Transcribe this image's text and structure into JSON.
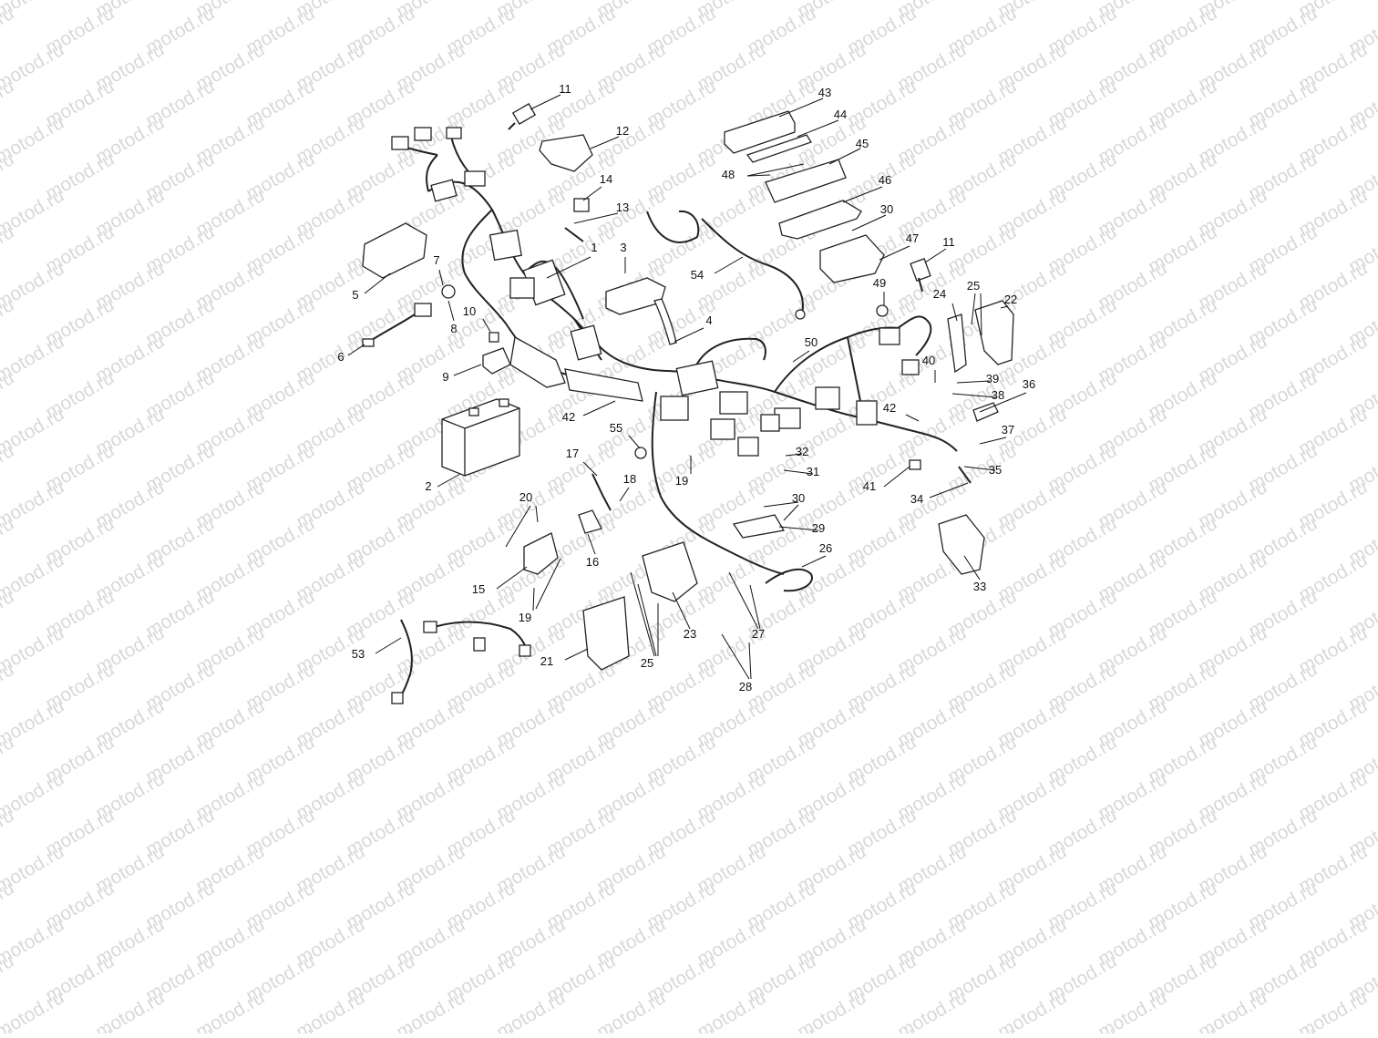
{
  "watermark": {
    "text": "motod.ru",
    "color": "#d9d9d9"
  },
  "callouts": [
    {
      "id": "c1",
      "text": "1"
    },
    {
      "id": "c2",
      "text": "2"
    },
    {
      "id": "c3",
      "text": "3"
    },
    {
      "id": "c4",
      "text": "4"
    },
    {
      "id": "c5",
      "text": "5"
    },
    {
      "id": "c6",
      "text": "6"
    },
    {
      "id": "c7",
      "text": "7"
    },
    {
      "id": "c8",
      "text": "8"
    },
    {
      "id": "c9",
      "text": "9"
    },
    {
      "id": "c10",
      "text": "10"
    },
    {
      "id": "c11a",
      "text": "11"
    },
    {
      "id": "c11b",
      "text": "11"
    },
    {
      "id": "c12",
      "text": "12"
    },
    {
      "id": "c13",
      "text": "13"
    },
    {
      "id": "c14",
      "text": "14"
    },
    {
      "id": "c15",
      "text": "15"
    },
    {
      "id": "c16",
      "text": "16"
    },
    {
      "id": "c17",
      "text": "17"
    },
    {
      "id": "c18",
      "text": "18"
    },
    {
      "id": "c19a",
      "text": "19"
    },
    {
      "id": "c19b",
      "text": "19"
    },
    {
      "id": "c20",
      "text": "20"
    },
    {
      "id": "c21",
      "text": "21"
    },
    {
      "id": "c22",
      "text": "22"
    },
    {
      "id": "c23",
      "text": "23"
    },
    {
      "id": "c24",
      "text": "24"
    },
    {
      "id": "c25a",
      "text": "25"
    },
    {
      "id": "c25b",
      "text": "25"
    },
    {
      "id": "c26",
      "text": "26"
    },
    {
      "id": "c27",
      "text": "27"
    },
    {
      "id": "c28",
      "text": "28"
    },
    {
      "id": "c29",
      "text": "29"
    },
    {
      "id": "c30a",
      "text": "30"
    },
    {
      "id": "c30b",
      "text": "30"
    },
    {
      "id": "c31",
      "text": "31"
    },
    {
      "id": "c32",
      "text": "32"
    },
    {
      "id": "c33",
      "text": "33"
    },
    {
      "id": "c34",
      "text": "34"
    },
    {
      "id": "c35",
      "text": "35"
    },
    {
      "id": "c36",
      "text": "36"
    },
    {
      "id": "c37",
      "text": "37"
    },
    {
      "id": "c38",
      "text": "38"
    },
    {
      "id": "c39",
      "text": "39"
    },
    {
      "id": "c40",
      "text": "40"
    },
    {
      "id": "c41",
      "text": "41"
    },
    {
      "id": "c42a",
      "text": "42"
    },
    {
      "id": "c42b",
      "text": "42"
    },
    {
      "id": "c43",
      "text": "43"
    },
    {
      "id": "c44",
      "text": "44"
    },
    {
      "id": "c45",
      "text": "45"
    },
    {
      "id": "c46",
      "text": "46"
    },
    {
      "id": "c47",
      "text": "47"
    },
    {
      "id": "c48",
      "text": "48"
    },
    {
      "id": "c49",
      "text": "49"
    },
    {
      "id": "c50",
      "text": "50"
    },
    {
      "id": "c53",
      "text": "53"
    },
    {
      "id": "c54",
      "text": "54"
    },
    {
      "id": "c55",
      "text": "55"
    }
  ]
}
